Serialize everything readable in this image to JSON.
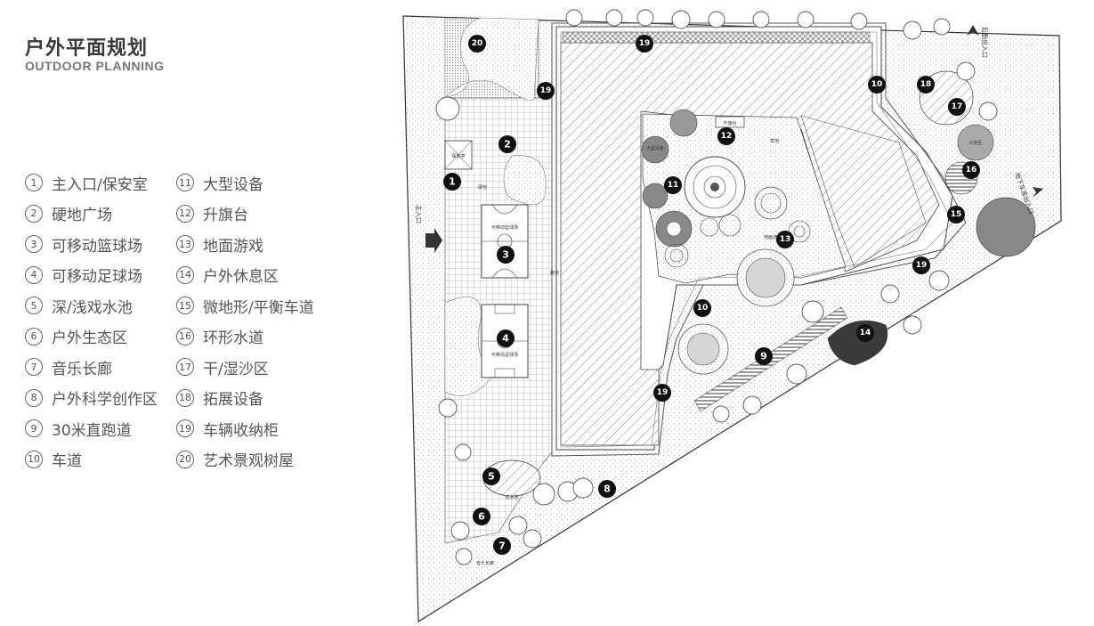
{
  "title": {
    "zh": "户外平面规划",
    "en": "OUTDOOR PLANNING"
  },
  "legend": {
    "left": [
      {
        "num": "1",
        "label": "主入口/保安室"
      },
      {
        "num": "2",
        "label": "硬地广场"
      },
      {
        "num": "3",
        "label": "可移动篮球场"
      },
      {
        "num": "4",
        "label": "可移动足球场"
      },
      {
        "num": "5",
        "label": "深/浅戏水池"
      },
      {
        "num": "6",
        "label": "户外生态区"
      },
      {
        "num": "7",
        "label": "音乐长廊"
      },
      {
        "num": "8",
        "label": "户外科学创作区"
      },
      {
        "num": "9",
        "label": "30米直跑道"
      },
      {
        "num": "10",
        "label": "车道"
      }
    ],
    "right": [
      {
        "num": "11",
        "label": "大型设备"
      },
      {
        "num": "12",
        "label": "升旗台"
      },
      {
        "num": "13",
        "label": "地面游戏"
      },
      {
        "num": "14",
        "label": "户外休息区"
      },
      {
        "num": "15",
        "label": "微地形/平衡车道"
      },
      {
        "num": "16",
        "label": "环形水道"
      },
      {
        "num": "17",
        "label": "干/湿沙区"
      },
      {
        "num": "18",
        "label": "拓展设备"
      },
      {
        "num": "19",
        "label": "车辆收纳柜"
      },
      {
        "num": "20",
        "label": "艺术景观树屋"
      }
    ]
  },
  "plan": {
    "markers": [
      {
        "num": "1"
      },
      {
        "num": "2"
      },
      {
        "num": "3"
      },
      {
        "num": "4"
      },
      {
        "num": "5"
      },
      {
        "num": "6"
      },
      {
        "num": "7"
      },
      {
        "num": "8"
      },
      {
        "num": "9"
      },
      {
        "num": "10"
      },
      {
        "num": "10"
      },
      {
        "num": "11"
      },
      {
        "num": "12"
      },
      {
        "num": "13"
      },
      {
        "num": "14"
      },
      {
        "num": "15"
      },
      {
        "num": "16"
      },
      {
        "num": "17"
      },
      {
        "num": "18"
      },
      {
        "num": "19"
      },
      {
        "num": "19"
      },
      {
        "num": "19"
      },
      {
        "num": "19"
      },
      {
        "num": "20"
      }
    ],
    "labels": {
      "main_entrance": "主入口",
      "back_entrance": "后勤出入口",
      "side_entrance": "地下车库出入口",
      "guard_house": "保安亭",
      "basketball": "可移动篮球场",
      "football": "可移动足球场",
      "hard_ground": "硬地",
      "big_equipment": "大型设备",
      "flag_stage": "升旗台",
      "ground_game": "地面游戏",
      "lawn": "草地",
      "water_pool": "戏水池",
      "music_corridor": "音乐长廊",
      "track_label": "跑道",
      "sand_area": "沙池区"
    }
  }
}
